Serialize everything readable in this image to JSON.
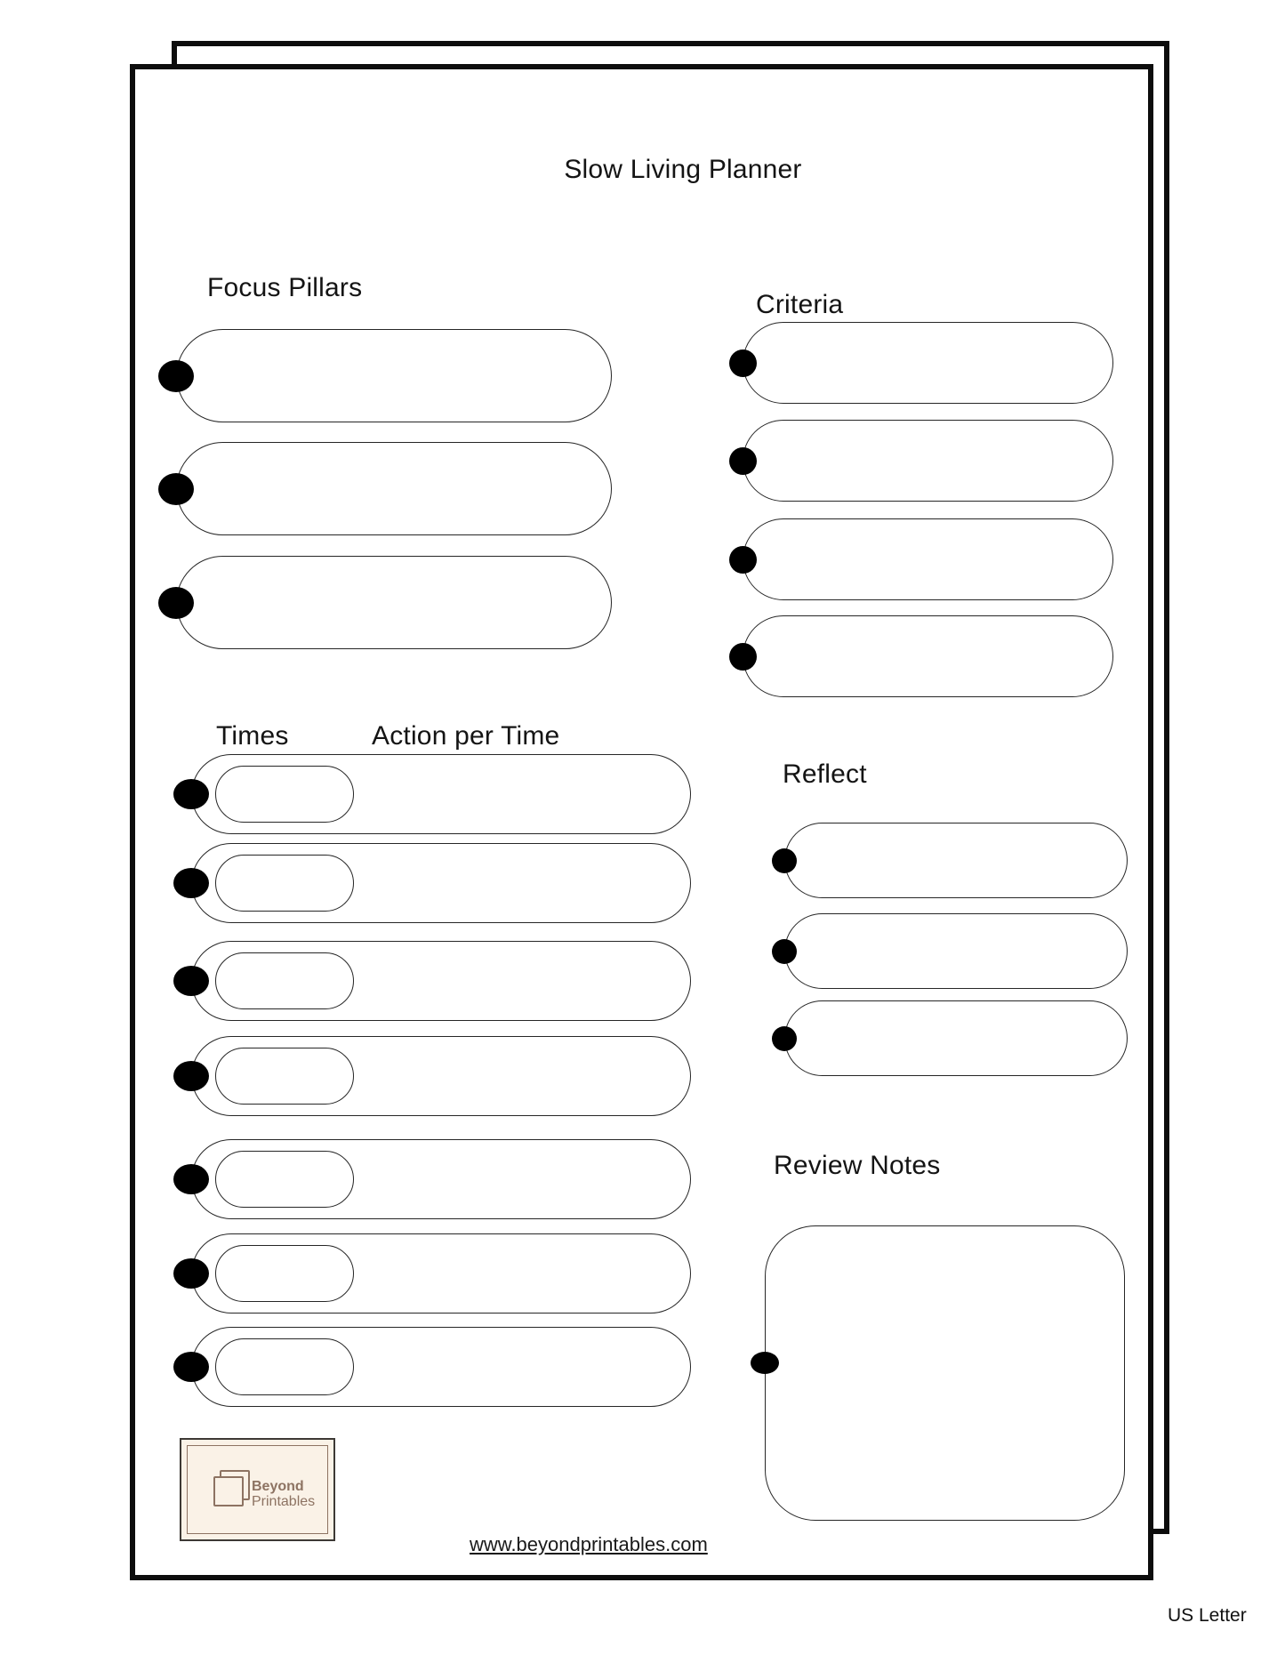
{
  "title": "Slow Living Planner",
  "page_label": "US Letter",
  "sections": {
    "focus_pillars": {
      "heading": "Focus Pillars",
      "field_count": 3
    },
    "criteria": {
      "heading": "Criteria",
      "field_count": 4
    },
    "times": {
      "heading": "Times",
      "row_count": 7
    },
    "action_per_time": {
      "heading": "Action per Time"
    },
    "reflect": {
      "heading": "Reflect",
      "field_count": 3
    },
    "review_notes": {
      "heading": "Review Notes"
    }
  },
  "branding": {
    "logo_line1": "Beyond",
    "logo_line2": "Printables",
    "website": "www.beyondprintables.com"
  },
  "colors": {
    "ink": "#141414",
    "dot": "#000000",
    "logo_brown": "#8d7362",
    "logo_cream": "#faf2e7"
  }
}
